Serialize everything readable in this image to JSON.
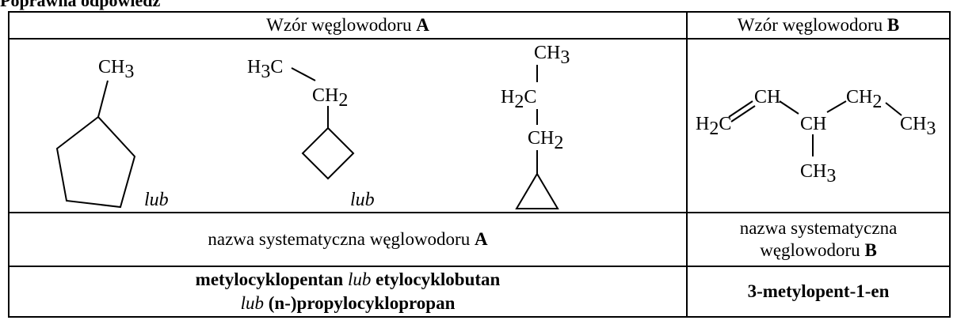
{
  "heading": "Poprawna odpowiedź",
  "table": {
    "header_a_prefix": "Wzór węglowodoru ",
    "header_a_letter": "A",
    "header_b_prefix": "Wzór węglowodoru ",
    "header_b_letter": "B",
    "name_a_prefix": "nazwa systematyczna węglowodoru ",
    "name_a_letter": "A",
    "name_b_line1": "nazwa systematyczna",
    "name_b_line2_prefix": "węglowodoru ",
    "name_b_letter": "B",
    "answer_a_part1": "metylocyklopentan",
    "answer_a_or1": "lub",
    "answer_a_part2": "etylocyklobutan",
    "answer_a_or2": "lub",
    "answer_a_part3": "(n-)propylocyklopropan",
    "answer_b": "3-metylopent-1-en"
  },
  "structures": {
    "or_word": "lub",
    "ch": "CH",
    "c": "C",
    "h": "H",
    "sub2": "2",
    "sub3": "3"
  }
}
